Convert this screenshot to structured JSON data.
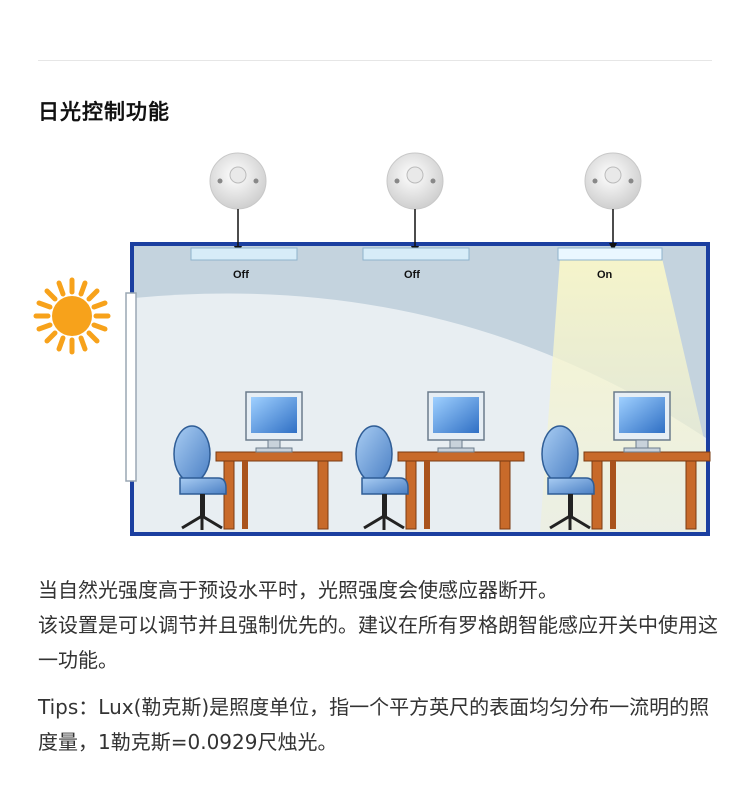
{
  "section": {
    "title": "日光控制功能"
  },
  "diagram": {
    "fixtures": [
      {
        "label": "Off"
      },
      {
        "label": "Off"
      },
      {
        "label": "On"
      }
    ],
    "colors": {
      "room_border": "#1b3fa0",
      "room_fill": "#c4d3de",
      "sun": "#f7a21b",
      "daylight": "#e8eef2",
      "lamp_glow": "#f5f2c0",
      "desk": "#c86a2a",
      "chair": "#6a9ad6",
      "monitor": "#3f7fd0"
    },
    "icons": [
      "sun-icon",
      "ceiling-sensor-icon",
      "computer-monitor-icon",
      "office-chair-icon",
      "desk-icon"
    ]
  },
  "description": {
    "line1": "当自然光强度高于预设水平时，光照强度会使感应器断开。",
    "line2": "该设置是可以调节并且强制优先的。建议在所有罗格朗智能感应开关中使用这一功能。",
    "tips": "Tips：Lux(勒克斯)是照度单位，指一个平方英尺的表面均匀分布一流明的照度量，1勒克斯=0.0929尺烛光。"
  }
}
